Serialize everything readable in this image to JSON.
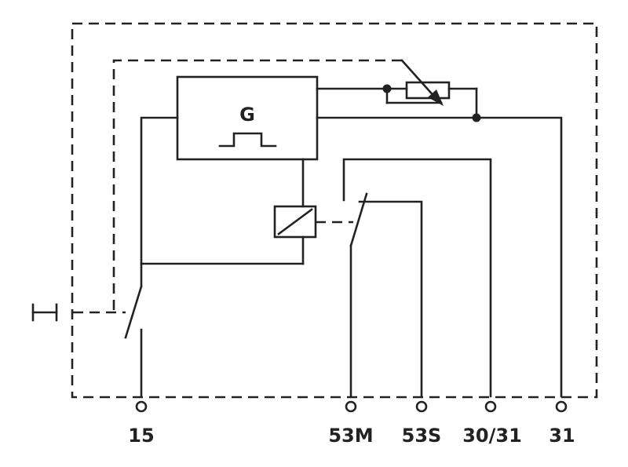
{
  "generator": {
    "symbol": "G"
  },
  "terminals": [
    "15",
    "53M",
    "53S",
    "30/31",
    "31"
  ],
  "colors": {
    "line": "#222222",
    "background": "#ffffff"
  }
}
